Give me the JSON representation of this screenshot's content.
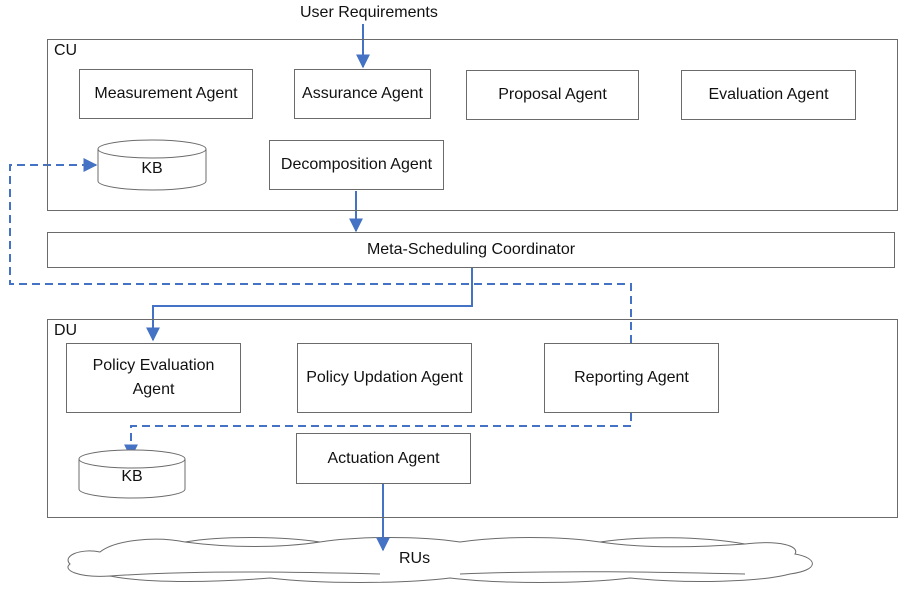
{
  "top_label": "User Requirements",
  "cu": {
    "label": "CU",
    "measurement": "Measurement Agent",
    "assurance": "Assurance Agent",
    "proposal": "Proposal Agent",
    "evaluation": "Evaluation Agent",
    "kb": "KB",
    "decomposition": "Decomposition Agent"
  },
  "coordinator": "Meta-Scheduling Coordinator",
  "du": {
    "label": "DU",
    "policy_evaluation": "Policy Evaluation Agent",
    "policy_updation": "Policy Updation Agent",
    "reporting": "Reporting Agent",
    "kb": "KB",
    "actuation": "Actuation Agent"
  },
  "rus": "RUs",
  "colors": {
    "arrow": "#4472c4",
    "border": "#6b6b6b"
  }
}
